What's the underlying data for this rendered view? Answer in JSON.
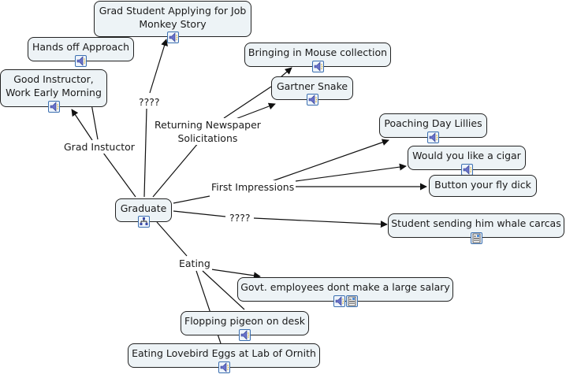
{
  "concept_map": {
    "root": {
      "label": "Graduate",
      "icons": [
        "submap-icon"
      ]
    },
    "nodes": {
      "grad_student_job": {
        "label_line1": "Grad Student Applying for Job",
        "label_line2": "Monkey Story",
        "icons": [
          "audio-icon"
        ]
      },
      "hands_off": {
        "label": "Hands off Approach",
        "icons": [
          "audio-icon"
        ]
      },
      "good_instructor": {
        "label_line1": "Good Instructor,",
        "label_line2": "Work Early Morning",
        "icons": [
          "audio-icon"
        ]
      },
      "mouse_collection": {
        "label": "Bringing in Mouse collection",
        "icons": [
          "audio-icon"
        ]
      },
      "gartner_snake": {
        "label": "Gartner Snake",
        "icons": [
          "audio-icon"
        ]
      },
      "poaching_lillies": {
        "label": "Poaching Day Lillies",
        "icons": [
          "audio-icon"
        ]
      },
      "cigar": {
        "label": "Would you like a cigar",
        "icons": [
          "audio-icon"
        ]
      },
      "fly": {
        "label": "Button your fly dick",
        "icons": []
      },
      "whale": {
        "label": "Student sending him whale carcas",
        "icons": [
          "image-document-icon"
        ]
      },
      "govt_salary": {
        "label": "Govt. employees dont make a large salary",
        "icons": [
          "audio-icon",
          "image-document-icon"
        ]
      },
      "pigeon": {
        "label": "Flopping pigeon on desk",
        "icons": [
          "audio-icon"
        ]
      },
      "lovebird": {
        "label": "Eating Lovebird Eggs at Lab of Ornith",
        "icons": [
          "audio-icon"
        ]
      }
    },
    "linking_phrases": {
      "grad_instructor": "Grad Instuctor",
      "q_top": "????",
      "newspaper_line1": "Returning Newspaper",
      "newspaper_line2": "Solicitations",
      "first_impressions": "First Impressions",
      "q_right": "????",
      "eating": "Eating"
    },
    "colors": {
      "node_fill": "#edf3f6",
      "node_border": "#222222",
      "edge": "#111111",
      "icon_border": "#3b6fb0"
    }
  }
}
